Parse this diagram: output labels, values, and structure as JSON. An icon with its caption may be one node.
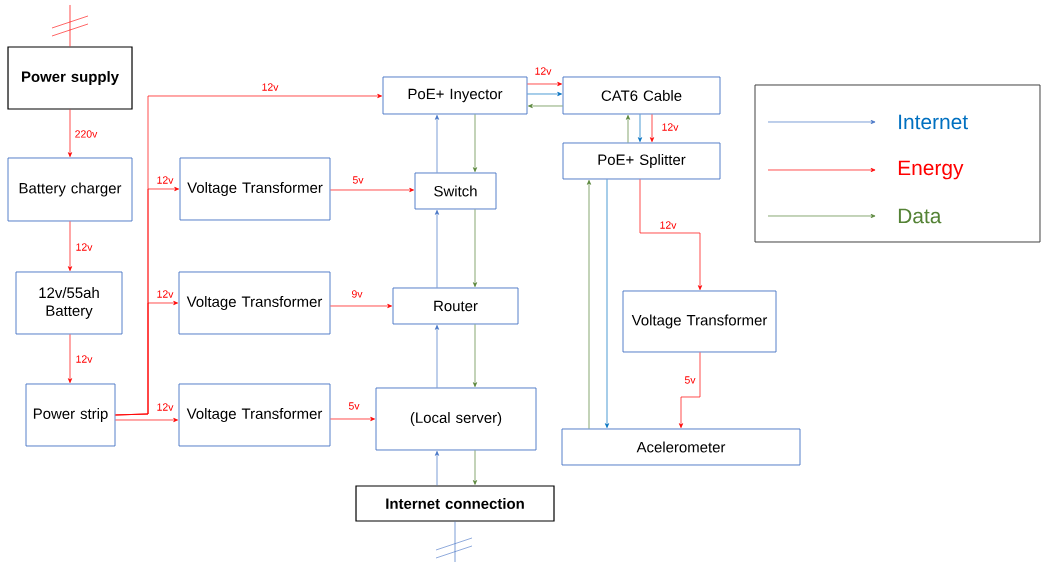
{
  "diagram": {
    "nodes": [
      {
        "text": [
          "Power supply"
        ]
      },
      {
        "text": [
          "Battery charger"
        ]
      },
      {
        "text": [
          "12v/55ah Battery"
        ]
      },
      {
        "text": [
          "Power strip"
        ]
      },
      {
        "text": [
          "Voltage Transformer"
        ]
      },
      {
        "text": [
          "Voltage Transformer"
        ]
      },
      {
        "text": [
          "Voltage Transformer"
        ]
      },
      {
        "text": [
          "PoE+ Inyector"
        ]
      },
      {
        "text": [
          "Switch"
        ]
      },
      {
        "text": [
          "Router"
        ]
      },
      {
        "text": [
          "(Local server)"
        ]
      },
      {
        "text": [
          "Internet connection"
        ]
      },
      {
        "text": [
          "CAT6 Cable"
        ]
      },
      {
        "text": [
          "PoE+ Splitter"
        ]
      },
      {
        "text": [
          "Voltage Transformer"
        ]
      },
      {
        "text": [
          "Acelerometer"
        ]
      }
    ],
    "edges": [
      {
        "from": null,
        "to": 0,
        "arrow": "none"
      },
      {
        "from": 0,
        "to": 1,
        "arrow": "to",
        "label": "220v"
      },
      {
        "from": 1,
        "to": 2,
        "arrow": "to",
        "label": "12v"
      },
      {
        "from": 2,
        "to": 3,
        "arrow": "to",
        "label": "12v"
      },
      {
        "from": 3,
        "to": 6,
        "arrow": "to",
        "label": "12v"
      },
      {
        "from": 3,
        "to": 5,
        "arrow": "to",
        "label": "12v"
      },
      {
        "from": 3,
        "to": 4,
        "arrow": "to",
        "label": "12v"
      },
      {
        "from": 3,
        "to": 7,
        "arrow": "to",
        "label": "12v"
      },
      {
        "from": 4,
        "to": 8,
        "arrow": "to",
        "label": "5v"
      },
      {
        "from": 5,
        "to": 9,
        "arrow": "to",
        "label": "9v"
      },
      {
        "from": 6,
        "to": 10,
        "arrow": "to",
        "label": "5v"
      },
      {
        "from": 8,
        "to": 7,
        "arrow": "to",
        "color": "#4472c4"
      },
      {
        "from": 7,
        "to": 8,
        "arrow": "to",
        "color": "#548235"
      },
      {
        "from": 9,
        "to": 8,
        "arrow": "to",
        "color": "#4472c4"
      },
      {
        "from": 8,
        "to": 9,
        "arrow": "to",
        "color": "#548235"
      },
      {
        "from": 10,
        "to": 9,
        "arrow": "to",
        "color": "#4472c4"
      },
      {
        "from": 9,
        "to": 10,
        "arrow": "to",
        "color": "#548235"
      },
      {
        "from": 11,
        "to": 10,
        "arrow": "to",
        "color": "#4472c4"
      },
      {
        "from": 10,
        "to": 11,
        "arrow": "to",
        "color": "#548235"
      },
      {
        "from": 11,
        "to": null,
        "arrow": "none",
        "color": "#4472c4"
      },
      {
        "from": 7,
        "to": 12,
        "arrow": "to",
        "label": "12v"
      },
      {
        "from": 7,
        "to": 12,
        "arrow": "to",
        "color": "#0070c0"
      },
      {
        "from": 12,
        "to": 7,
        "arrow": "to",
        "color": "#548235"
      },
      {
        "from": 12,
        "to": 13,
        "arrow": "to",
        "color": "#0070c0"
      },
      {
        "from": 12,
        "to": 13,
        "arrow": "to",
        "label": "12v"
      },
      {
        "from": 13,
        "to": 12,
        "arrow": "to",
        "color": "#548235"
      },
      {
        "from": 13,
        "to": 14,
        "arrow": "to",
        "label": "12v"
      },
      {
        "from": 14,
        "to": 15,
        "arrow": "to",
        "label": "5v"
      },
      {
        "from": 15,
        "to": 13,
        "arrow": "to",
        "color": "#548235"
      },
      {
        "from": 13,
        "to": 15,
        "arrow": "to",
        "color": "#0070c0"
      }
    ],
    "legend": [
      {
        "text": "Internet"
      },
      {
        "text": "Energy"
      },
      {
        "text": "Data"
      }
    ]
  }
}
